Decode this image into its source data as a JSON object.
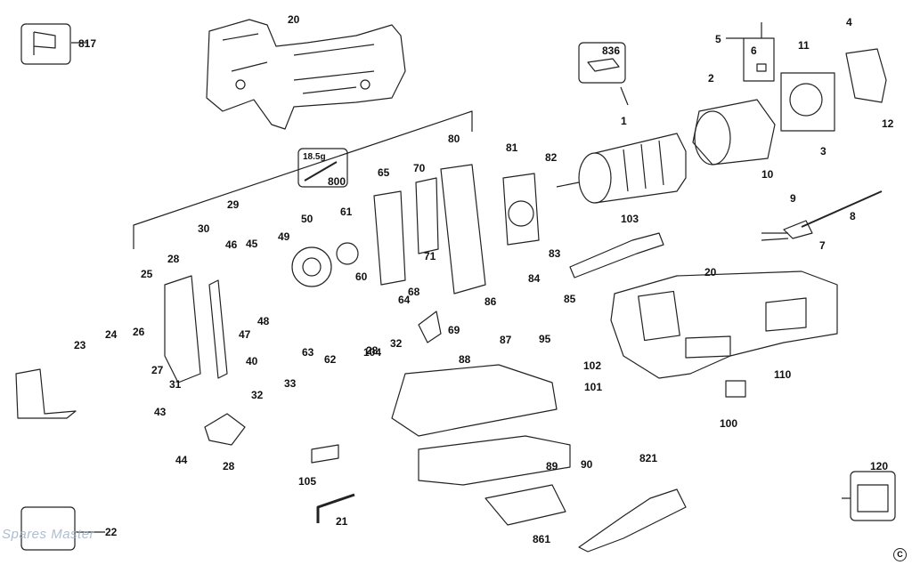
{
  "diagram": {
    "part_labels": [
      "817",
      "20",
      "836",
      "4",
      "5",
      "6",
      "11",
      "1",
      "2",
      "12",
      "3",
      "10",
      "9",
      "8",
      "7",
      "18.5g",
      "800",
      "80",
      "81",
      "82",
      "65",
      "70",
      "61",
      "50",
      "29",
      "30",
      "46",
      "45",
      "49",
      "103",
      "83",
      "28",
      "71",
      "60",
      "84",
      "25",
      "64",
      "68",
      "86",
      "85",
      "20",
      "48",
      "47",
      "63",
      "62",
      "69",
      "87",
      "95",
      "24",
      "23",
      "26",
      "27",
      "31",
      "40",
      "28",
      "32",
      "33",
      "88",
      "102",
      "101",
      "110",
      "32",
      "43",
      "44",
      "28",
      "104",
      "100",
      "90",
      "89",
      "105",
      "821",
      "120",
      "21",
      "861",
      "22"
    ],
    "weight_note": "18.5g",
    "watermark": "Spares Master",
    "copyright_symbol": "C"
  }
}
